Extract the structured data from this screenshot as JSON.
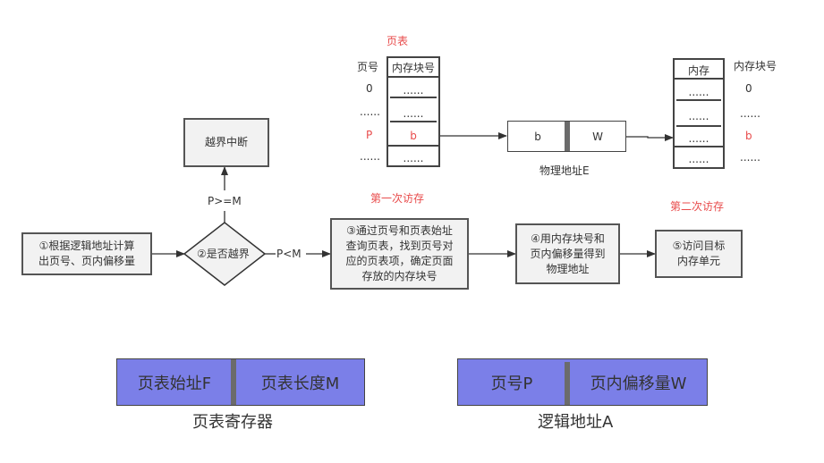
{
  "page_table": {
    "title": "页表",
    "col_page_no": "页号",
    "col_block_no": "内存块号",
    "rows": [
      {
        "page": "0",
        "block": "......",
        "highlight": false
      },
      {
        "page": "......",
        "block": "......",
        "highlight": false
      },
      {
        "page": "P",
        "block": "b",
        "highlight": true
      },
      {
        "page": "......",
        "block": "......",
        "highlight": false
      }
    ]
  },
  "physical_address": {
    "left": "b",
    "right": "W",
    "caption": "物理地址E"
  },
  "memory": {
    "header": "内存",
    "col_block_no": "内存块号",
    "rows": [
      {
        "cell": "......",
        "block": "0",
        "highlight": false
      },
      {
        "cell": "......",
        "block": "......",
        "highlight": false
      },
      {
        "cell": "......",
        "block": "b",
        "highlight": true
      },
      {
        "cell": "......",
        "block": "......",
        "highlight": false
      }
    ]
  },
  "flow": {
    "step1": [
      "①根据逻辑地址计算",
      "出页号、页内偏移量"
    ],
    "step2": "②是否越界",
    "interrupt": "越界中断",
    "cond_ge": "P>=M",
    "cond_lt": "P<M",
    "step3": [
      "③通过页号和页表始址",
      "查询页表，找到页号对",
      "应的页表项，确定页面",
      "存放的内存块号"
    ],
    "step4": [
      "④用内存块号和",
      "页内偏移量得到",
      "物理地址"
    ],
    "step5": [
      "⑤访问目标",
      "内存单元"
    ],
    "first_access": "第一次访存",
    "second_access": "第二次访存"
  },
  "page_table_register": {
    "left": "页表始址F",
    "right": "页表长度M",
    "caption": "页表寄存器"
  },
  "logical_address": {
    "left": "页号P",
    "right": "页内偏移量W",
    "caption": "逻辑地址A"
  },
  "colors": {
    "accent_red": "#e84b4b",
    "register_fill": "#7b7fe8",
    "box_fill": "#f2f2f2",
    "stroke": "#444444"
  }
}
